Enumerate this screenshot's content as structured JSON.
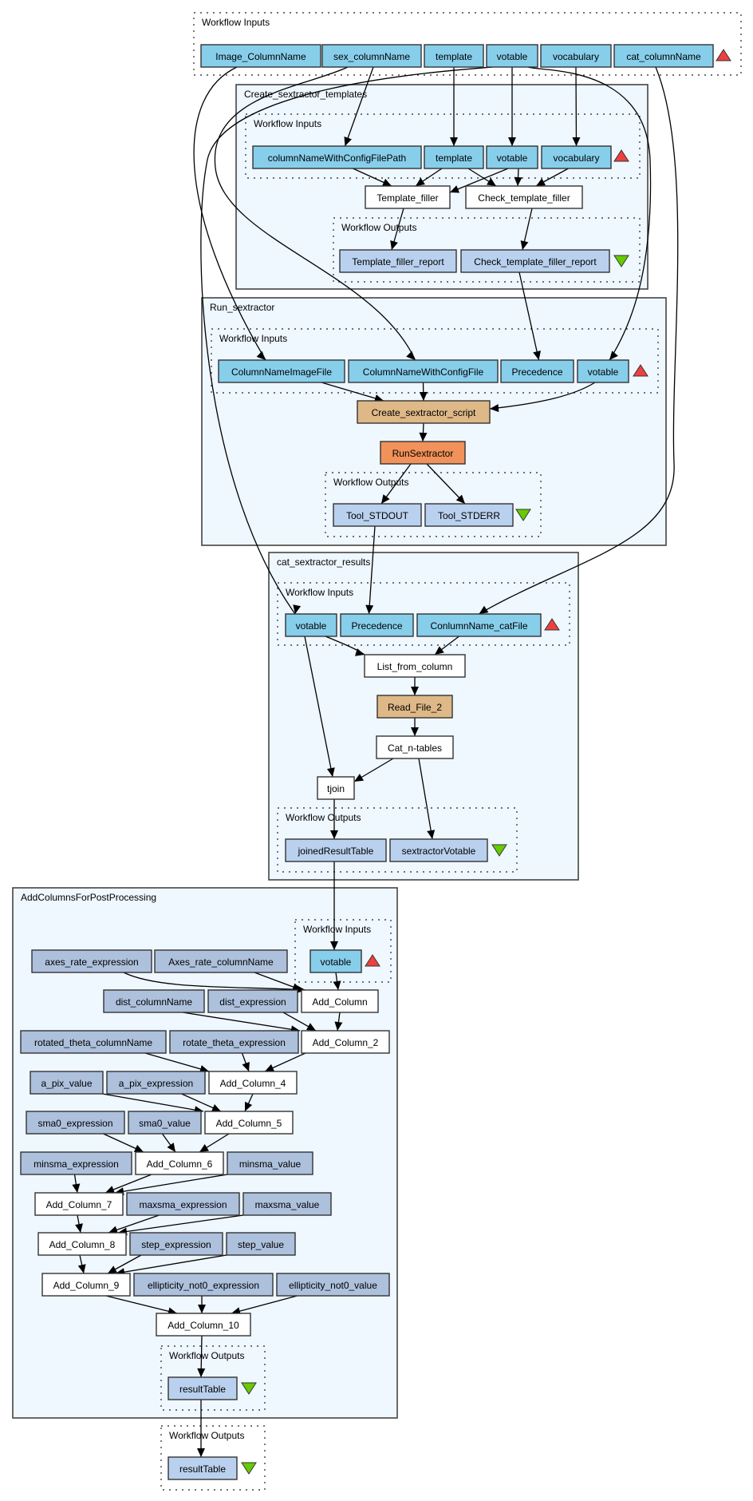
{
  "colors": {
    "input": "#87ceeb",
    "output": "#b9d1ee",
    "processor": "#ffffff",
    "beanshell": "#deb887",
    "tool": "#f0925a",
    "constant": "#adc0dc",
    "cluster_bg": "#eff7ff",
    "input_marker": "#ee4040",
    "output_marker": "#66cc00"
  },
  "top_inputs": {
    "title": "Workflow Inputs",
    "items": [
      "Image_ColumnName",
      "sex_columnName",
      "template",
      "votable",
      "vocabulary",
      "cat_columnName"
    ]
  },
  "create_templates": {
    "title": "Create_sextractor_templates",
    "inputs_title": "Workflow Inputs",
    "inputs": [
      "columnNameWithConfigFilePath",
      "template",
      "votable",
      "vocabulary"
    ],
    "processors": [
      "Template_filler",
      "Check_template_filler"
    ],
    "outputs_title": "Workflow Outputs",
    "outputs": [
      "Template_filler_report",
      "Check_template_filler_report"
    ]
  },
  "run_sextractor": {
    "title": "Run_sextractor",
    "inputs_title": "Workflow Inputs",
    "inputs": [
      "ColumnNameImageFile",
      "ColumnNameWithConfigFile",
      "Precedence",
      "votable"
    ],
    "processors": [
      "Create_sextractor_script",
      "RunSextractor"
    ],
    "outputs_title": "Workflow Outputs",
    "outputs": [
      "Tool_STDOUT",
      "Tool_STDERR"
    ]
  },
  "cat_results": {
    "title": "cat_sextractor_results",
    "inputs_title": "Workflow Inputs",
    "inputs": [
      "votable",
      "Precedence",
      "ConlumnName_catFile"
    ],
    "processors": [
      "List_from_column",
      "Read_File_2",
      "Cat_n-tables",
      "tjoin"
    ],
    "outputs_title": "Workflow Outputs",
    "outputs": [
      "joinedResultTable",
      "sextractorVotable"
    ]
  },
  "add_columns": {
    "title": "AddColumnsForPostProcessing",
    "inputs_title": "Workflow Inputs",
    "inputs": [
      "votable"
    ],
    "constants": [
      "axes_rate_expression",
      "Axes_rate_columnName",
      "dist_columnName",
      "dist_expression",
      "rotated_theta_columnName",
      "rotate_theta_expression",
      "a_pix_value",
      "a_pix_expression",
      "sma0_expression",
      "sma0_value",
      "minsma_expression",
      "minsma_value",
      "maxsma_expression",
      "maxsma_value",
      "step_expression",
      "step_value",
      "ellipticity_not0_expression",
      "ellipticity_not0_value"
    ],
    "processors": [
      "Add_Column",
      "Add_Column_2",
      "Add_Column_4",
      "Add_Column_5",
      "Add_Column_6",
      "Add_Column_7",
      "Add_Column_8",
      "Add_Column_9",
      "Add_Column_10"
    ],
    "outputs_title": "Workflow Outputs",
    "outputs": [
      "resultTable"
    ]
  },
  "final_outputs": {
    "title": "Workflow Outputs",
    "items": [
      "resultTable"
    ]
  }
}
